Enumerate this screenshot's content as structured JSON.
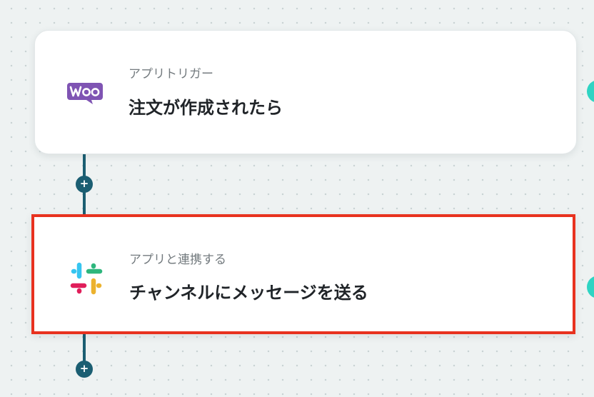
{
  "flow": {
    "trigger": {
      "icon": "woocommerce-icon",
      "subtitle": "アプリトリガー",
      "title": "注文が作成されたら"
    },
    "action": {
      "icon": "slack-icon",
      "subtitle": "アプリと連携する",
      "title": "チャンネルにメッセージを送る",
      "highlight_color": "#e8321f"
    },
    "add_step_icon": "plus-icon",
    "connector_color": "#1b5e72",
    "edge_handle_color": "#2fd4c3"
  }
}
